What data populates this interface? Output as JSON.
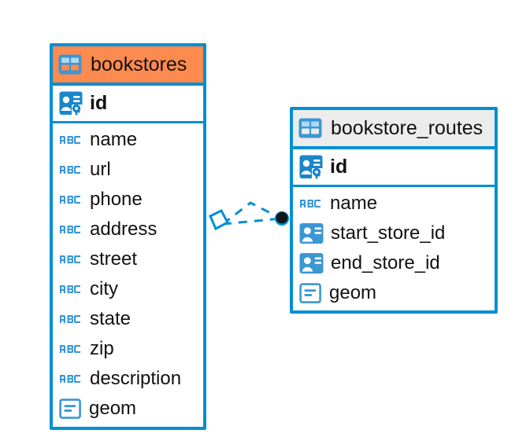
{
  "diagram": {
    "type": "entity-relationship-diagram",
    "background": "#ffffff",
    "colors": {
      "accent_blue": "#008FD5",
      "selected_header": "#FD8A4E",
      "unselected_header": "#ECECEC",
      "text": "#111111",
      "icon_blue": "#3B97D3",
      "relationship_endpoint": "#101820"
    },
    "entities": [
      {
        "id": "bookstores",
        "name": "bookstores",
        "header_icon": "table-icon",
        "selected": true,
        "primary_key": {
          "name": "id",
          "icon": "primary-key-icon"
        },
        "fields": [
          {
            "name": "name",
            "icon": "text-type-icon"
          },
          {
            "name": "url",
            "icon": "text-type-icon"
          },
          {
            "name": "phone",
            "icon": "text-type-icon"
          },
          {
            "name": "address",
            "icon": "text-type-icon"
          },
          {
            "name": "street",
            "icon": "text-type-icon"
          },
          {
            "name": "city",
            "icon": "text-type-icon"
          },
          {
            "name": "state",
            "icon": "text-type-icon"
          },
          {
            "name": "zip",
            "icon": "text-type-icon"
          },
          {
            "name": "description",
            "icon": "text-type-icon"
          },
          {
            "name": "geom",
            "icon": "geometry-type-icon"
          }
        ]
      },
      {
        "id": "bookstore_routes",
        "name": "bookstore_routes",
        "header_icon": "table-icon",
        "selected": false,
        "primary_key": {
          "name": "id",
          "icon": "primary-key-icon"
        },
        "fields": [
          {
            "name": "name",
            "icon": "text-type-icon"
          },
          {
            "name": "start_store_id",
            "icon": "foreign-key-icon"
          },
          {
            "name": "end_store_id",
            "icon": "foreign-key-icon"
          },
          {
            "name": "geom",
            "icon": "geometry-type-icon"
          }
        ]
      }
    ],
    "relationships": [
      {
        "from": "bookstores",
        "to": "bookstore_routes",
        "source_marker": "diamond-marker",
        "target_marker": "filled-circle-marker",
        "line_style": "dashed",
        "branches": 2
      }
    ]
  }
}
